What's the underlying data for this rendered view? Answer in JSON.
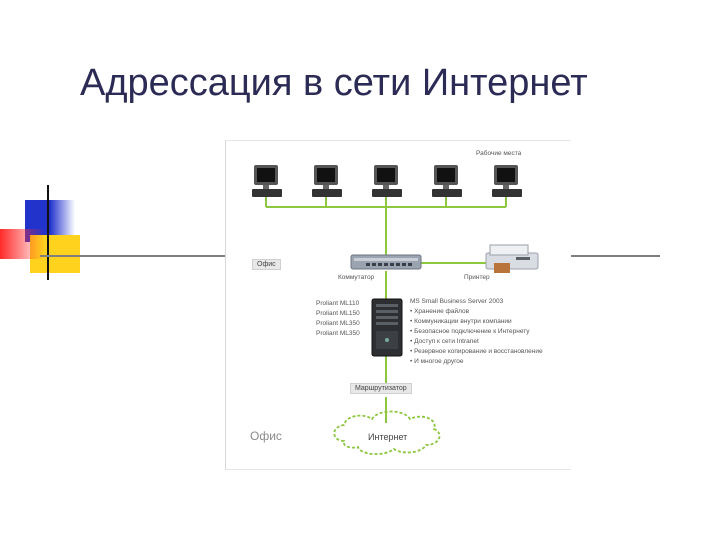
{
  "slide": {
    "title": "Адрессация в сети Интернет"
  },
  "diagram": {
    "workstations_label": "Рабочие места",
    "office_label": "Офис",
    "switch_label": "Коммутатор",
    "printer_label": "Принтер",
    "server_models": [
      "Proliant ML110",
      "Proliant ML150",
      "Proliant ML350",
      "Proliant ML350"
    ],
    "server_title": "MS Small Business Server 2003",
    "server_features": [
      "• Хранение файлов",
      "• Коммуникации внутри компании",
      "• Безопасное подключение к Интернету",
      "• Доступ к сети Intranet",
      "• Резервное копирование и восстановление",
      "• И многое другое"
    ],
    "router_label": "Маршрутизатор",
    "office_caption": "Офис",
    "internet_label": "Интернет",
    "workstation_count": 5,
    "colors": {
      "link": "#8dc63f",
      "title": "#2b2b55",
      "deco_blue": "#2233cc",
      "deco_yellow": "#ffd21e",
      "deco_red": "#ff2a2a"
    }
  }
}
